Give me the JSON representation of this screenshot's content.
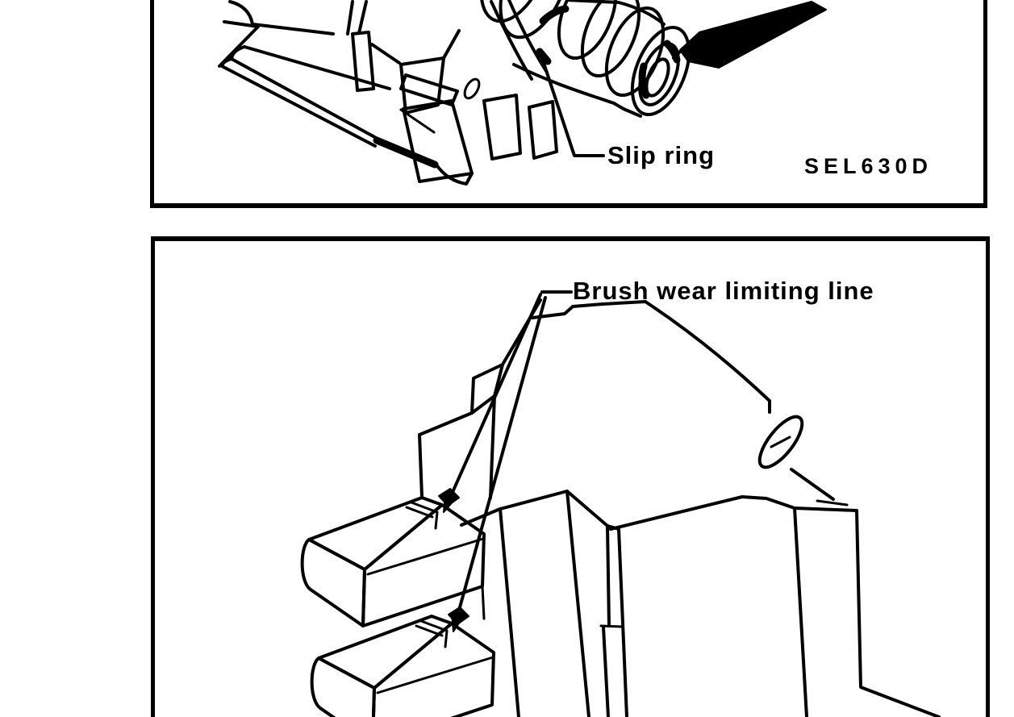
{
  "page": {
    "paper_color": "#ffffff",
    "ink_color": "#000000"
  },
  "figures": [
    {
      "label": "Slip ring",
      "code": "SEL630D"
    },
    {
      "label": "Brush wear limiting line"
    }
  ]
}
